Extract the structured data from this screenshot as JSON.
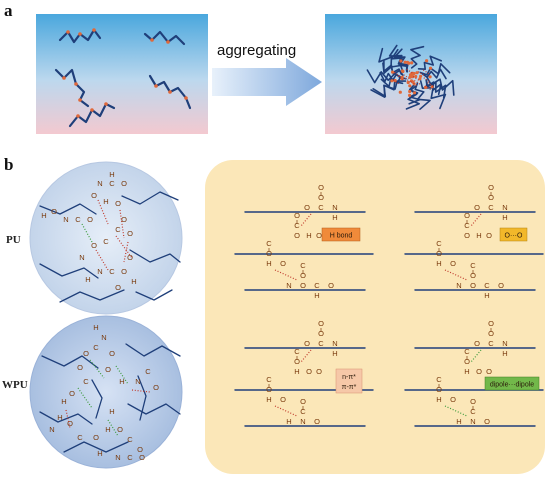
{
  "panels": {
    "a": {
      "letter": "a",
      "arrow_label": "aggregating"
    },
    "b": {
      "letter": "b",
      "pu_label": "PU",
      "wpu_label": "WPU"
    }
  },
  "chem": {
    "pu_circle": [
      "N",
      "C",
      "O",
      "H",
      "O",
      "H",
      "O",
      "N",
      "C",
      "O",
      "O",
      "H",
      "O",
      "C",
      "O",
      "C",
      "O",
      "N",
      "O",
      "N",
      "C",
      "O",
      "H",
      "H",
      "O"
    ],
    "wpu_circle": [
      "H",
      "N",
      "C",
      "O",
      "O",
      "O",
      "C",
      "O",
      "H",
      "O",
      "H",
      "N",
      "C",
      "O",
      "H",
      "N",
      "O",
      "C",
      "O",
      "H",
      "O",
      "C",
      "O",
      "H",
      "H",
      "N",
      "C",
      "O"
    ],
    "h_bond_motif_top": [
      "O",
      "O",
      "C",
      "N",
      "O",
      "H",
      "O",
      "C",
      "O",
      "H",
      "O",
      "C",
      "O",
      "H",
      "O",
      "C",
      "O",
      "O",
      "C",
      "N",
      "O",
      "H"
    ],
    "h_bond_motif_right": [
      "O",
      "O",
      "C",
      "N",
      "O",
      "H",
      "O",
      "C",
      "O",
      "H",
      "O",
      "C",
      "O",
      "H",
      "O",
      "C",
      "O",
      "O",
      "C",
      "N",
      "O",
      "H"
    ],
    "npi_motif": [
      "O",
      "O",
      "C",
      "N",
      "O",
      "H",
      "C",
      "O",
      "H",
      "O",
      "O",
      "C",
      "O",
      "H",
      "O",
      "O",
      "C",
      "N",
      "O",
      "H"
    ],
    "dipole_motif": [
      "O",
      "O",
      "C",
      "N",
      "O",
      "H",
      "C",
      "O",
      "H",
      "O",
      "O",
      "C",
      "O",
      "H",
      "O",
      "O",
      "C",
      "N",
      "O",
      "H"
    ]
  },
  "badges": {
    "h_bond": {
      "label": "H bond",
      "color": "#f08a3a"
    },
    "o_o": {
      "label": "O···O",
      "color": "#f2b82a"
    },
    "n_pi": {
      "label1": "n-π*",
      "label2": "π-π*",
      "color": "#f6c8a8"
    },
    "dipole": {
      "label": "dipole···dipole",
      "color": "#72b84a"
    }
  },
  "colors": {
    "chain": "#1f3f7a",
    "node": "#e0683a",
    "h_bond_dots": "#c0392b",
    "dipole_dots": "#3a9a3a",
    "panel_bg": "#fbe7b8"
  }
}
